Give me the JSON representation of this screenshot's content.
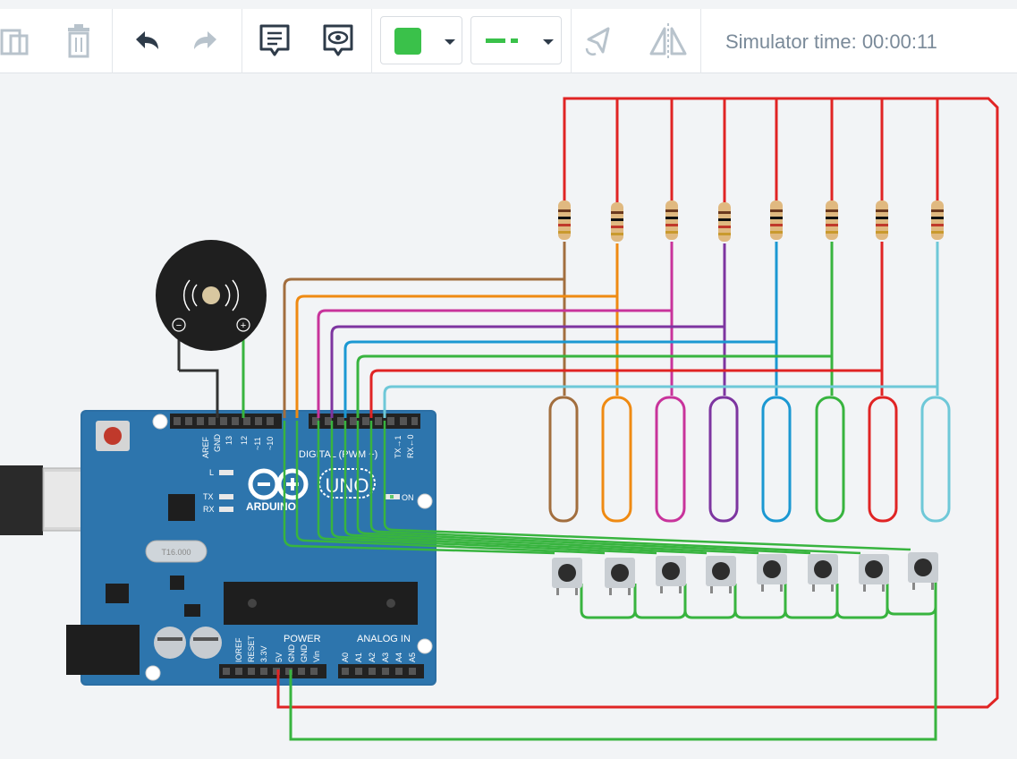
{
  "toolbar": {
    "simulator_time": "Simulator time: 00:00:11",
    "fill_color": "#3ac14a",
    "wire_color": "#3ac14a",
    "icons": [
      "paste-icon",
      "delete-icon",
      "undo-icon",
      "redo-icon",
      "notes-icon",
      "view-icon",
      "color-swatch-icon",
      "line-style-icon",
      "rotate-icon",
      "flip-icon"
    ]
  },
  "board": {
    "labels": {
      "aref": "AREF",
      "gnd": "GND",
      "p13": "13",
      "p12": "12",
      "p11": "~11",
      "p10": "~10",
      "tx1": "TX→1",
      "rx0": "RX←0",
      "digital": "DIGITAL (PWM ~)",
      "l": "L",
      "tx": "TX",
      "rx": "RX",
      "on": "ON",
      "uno": "UNO",
      "brand": "ARDUINO",
      "power": "POWER",
      "analog": "ANALOG IN",
      "ioref": "IOREF",
      "reset": "RESET",
      "v33": "3.3V",
      "v5": "5V",
      "gnd1": "GND",
      "gnd2": "GND",
      "vin": "Vin",
      "a0": "A0",
      "a1": "A1",
      "a2": "A2",
      "a3": "A3",
      "a4": "A4",
      "a5": "A5",
      "crystal": "T16.000"
    }
  },
  "buzzer": {
    "minus": "−",
    "plus": "+"
  },
  "wires": {
    "colors": {
      "red": "#e02424",
      "green": "#38b43f",
      "brown": "#a26e3e",
      "orange": "#ef8a12",
      "magenta": "#c8339b",
      "purple": "#7d35a0",
      "blue": "#1b98d2",
      "cyan": "#6ec8d8",
      "black": "#333333"
    }
  },
  "touch_sensors": [
    "brown",
    "orange",
    "magenta",
    "purple",
    "blue",
    "green",
    "red",
    "cyan"
  ]
}
